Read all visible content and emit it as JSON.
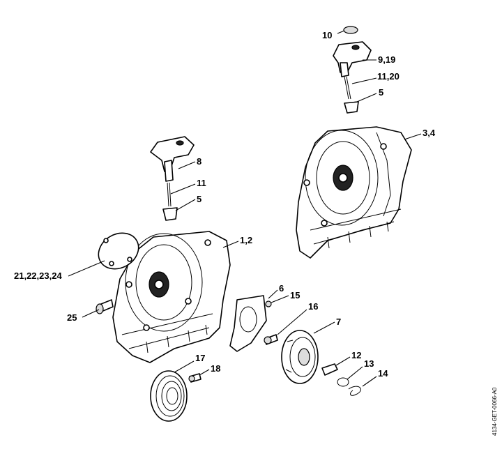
{
  "labels": [
    {
      "id": "l10",
      "text": "10"
    },
    {
      "id": "l919",
      "text": "9,19"
    },
    {
      "id": "l1120",
      "text": "11,20"
    },
    {
      "id": "l5a",
      "text": "5"
    },
    {
      "id": "l34",
      "text": "3,4"
    },
    {
      "id": "l8",
      "text": "8"
    },
    {
      "id": "l11",
      "text": "11"
    },
    {
      "id": "l5b",
      "text": "5"
    },
    {
      "id": "l12b",
      "text": "1,2"
    },
    {
      "id": "l2124",
      "text": "21,22,23,24"
    },
    {
      "id": "l6",
      "text": "6"
    },
    {
      "id": "l15",
      "text": "15"
    },
    {
      "id": "l16",
      "text": "16"
    },
    {
      "id": "l7",
      "text": "7"
    },
    {
      "id": "l25",
      "text": "25"
    },
    {
      "id": "l17",
      "text": "17"
    },
    {
      "id": "l18",
      "text": "18"
    },
    {
      "id": "l12",
      "text": "12"
    },
    {
      "id": "l13",
      "text": "13"
    },
    {
      "id": "l14",
      "text": "14"
    }
  ],
  "drawing_code": "4134-GET-0066-A0"
}
